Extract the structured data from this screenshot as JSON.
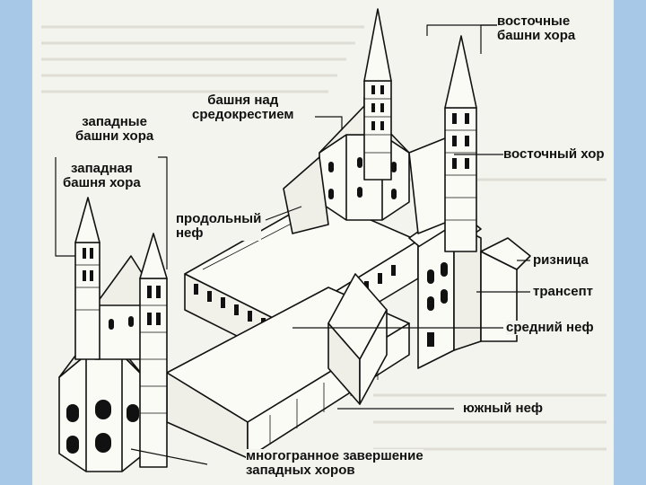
{
  "labels": {
    "east_towers": {
      "line1": "восточные",
      "line2": "башни хора"
    },
    "crossing_tower": {
      "line1": "башня над",
      "line2": "средокрестием"
    },
    "west_towers": {
      "line1": "западные",
      "line2": "башни хора"
    },
    "west_tower": {
      "line1": "западная",
      "line2": "башня хора"
    },
    "east_choir": "восточный хор",
    "longitudinal_nave": {
      "line1": "продольный",
      "line2": "неф"
    },
    "sacristy": "ризница",
    "transept": "трансепт",
    "middle_nave": "средний неф",
    "south_nave": "южный неф",
    "polygonal_end": {
      "line1": "многогранное завершение",
      "line2": "западных хоров"
    }
  },
  "colors": {
    "frame": "#a8c8e8",
    "paper": "#f4f4ee",
    "ink": "#111111"
  }
}
